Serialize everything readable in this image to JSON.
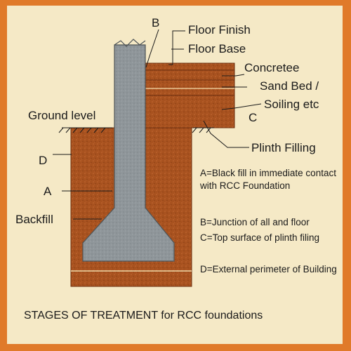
{
  "labels": {
    "b": "B",
    "floor_finish": "Floor Finish",
    "floor_base": "Floor Base",
    "concrete": "Concretee",
    "sand_bed": "Sand Bed /",
    "soiling": "Soiling etc",
    "c": "C",
    "ground_level": "Ground level",
    "plinth_filling": "Plinth Filling",
    "d": "D",
    "a": "A",
    "backfill": "Backfill"
  },
  "legend": [
    "A=Black fill in immediate contact with RCC Foundation",
    "B=Junction of all and floor",
    "C=Top surface of plinth filing",
    "D=External perimeter of Building"
  ],
  "caption": "STAGES OF TREATMENT for RCC foundations",
  "colors": {
    "border": "#e07a2a",
    "background": "#f5e9c6",
    "soil": "#a8521f",
    "concrete": "#8f969a"
  }
}
